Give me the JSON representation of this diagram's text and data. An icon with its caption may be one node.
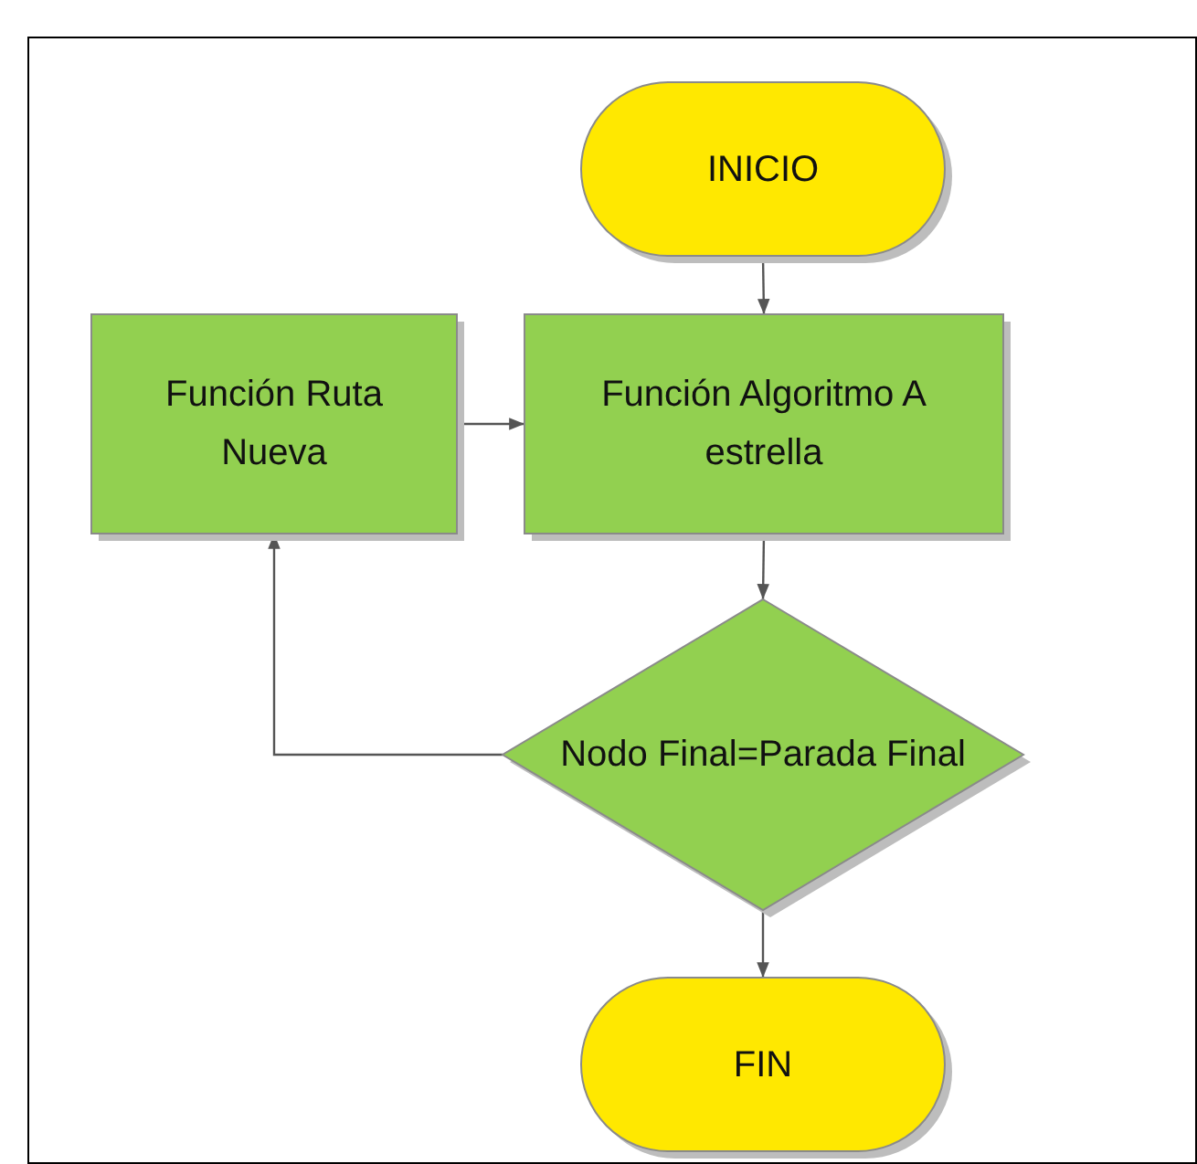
{
  "diagram": {
    "nodes": [
      {
        "text": [
          "INICIO"
        ]
      },
      {
        "text": [
          "Función Ruta Nueva"
        ]
      },
      {
        "text": [
          "Función Algoritmo A estrella"
        ]
      },
      {
        "text": [
          "Nodo Final=Parada Final"
        ]
      },
      {
        "text": [
          "FIN"
        ]
      }
    ],
    "edges": [
      {
        "from": 0,
        "to": 2,
        "arrow": "to"
      },
      {
        "from": 1,
        "to": 2,
        "arrow": "to"
      },
      {
        "from": 2,
        "to": 3,
        "arrow": "to"
      },
      {
        "from": 3,
        "to": 1,
        "arrow": "to"
      },
      {
        "from": 3,
        "to": 4,
        "arrow": "to"
      }
    ]
  }
}
